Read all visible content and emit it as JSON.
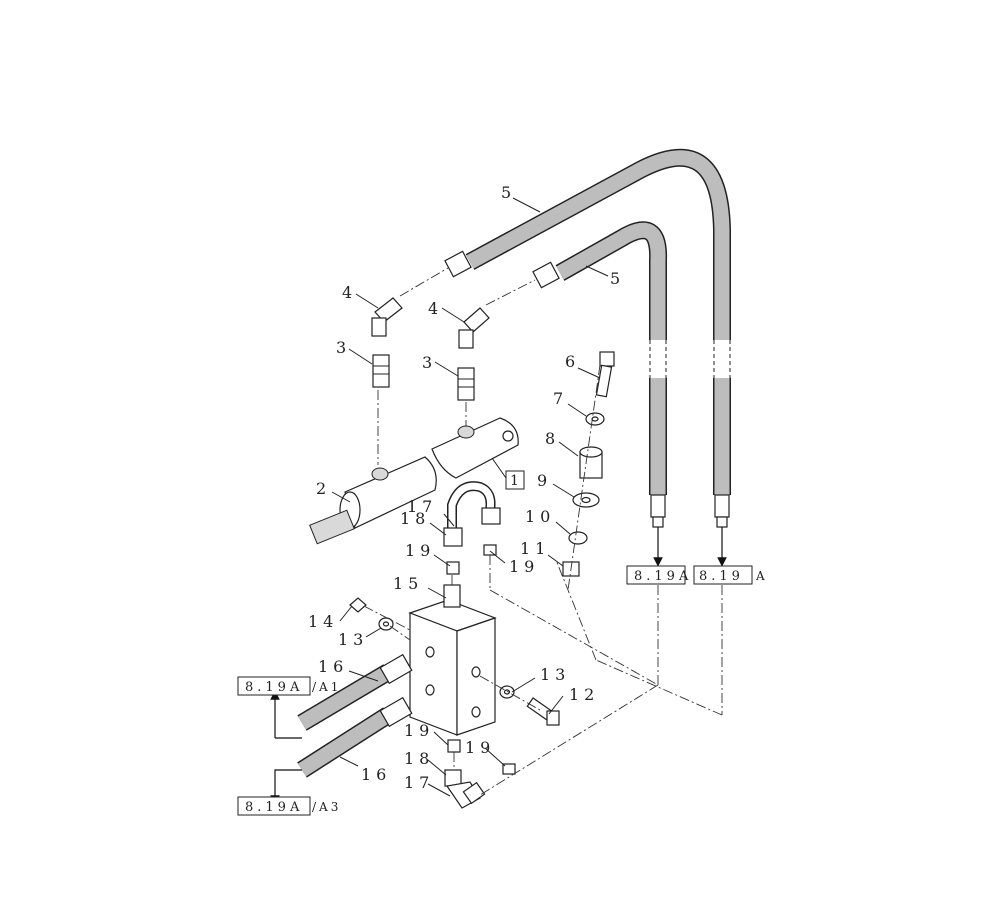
{
  "callouts": {
    "c1": "1",
    "c2": "2",
    "c3a": "3",
    "c3b": "3",
    "c4a": "4",
    "c4b": "4",
    "c5a": "5",
    "c5b": "5",
    "c6": "6",
    "c7": "7",
    "c8": "8",
    "c9": "9",
    "c10": "10",
    "c11": "11",
    "c12": "12",
    "c13a": "13",
    "c13b": "13",
    "c14": "14",
    "c15": "15",
    "c16a": "16",
    "c16b": "16",
    "c17a": "17",
    "c17b": "17",
    "c18a": "18",
    "c18b": "18",
    "c19a": "19",
    "c19b": "19",
    "c19c": "19",
    "c19d": "19"
  },
  "refs": {
    "r1_box": "8.19A",
    "r2_box": "8.19",
    "r3_box": "8.19A",
    "r3_suffix": "/A1",
    "r4_box": "8.19A",
    "r4_suffix": "/A3",
    "r1_trail": "A",
    "r2_trail": "A"
  }
}
